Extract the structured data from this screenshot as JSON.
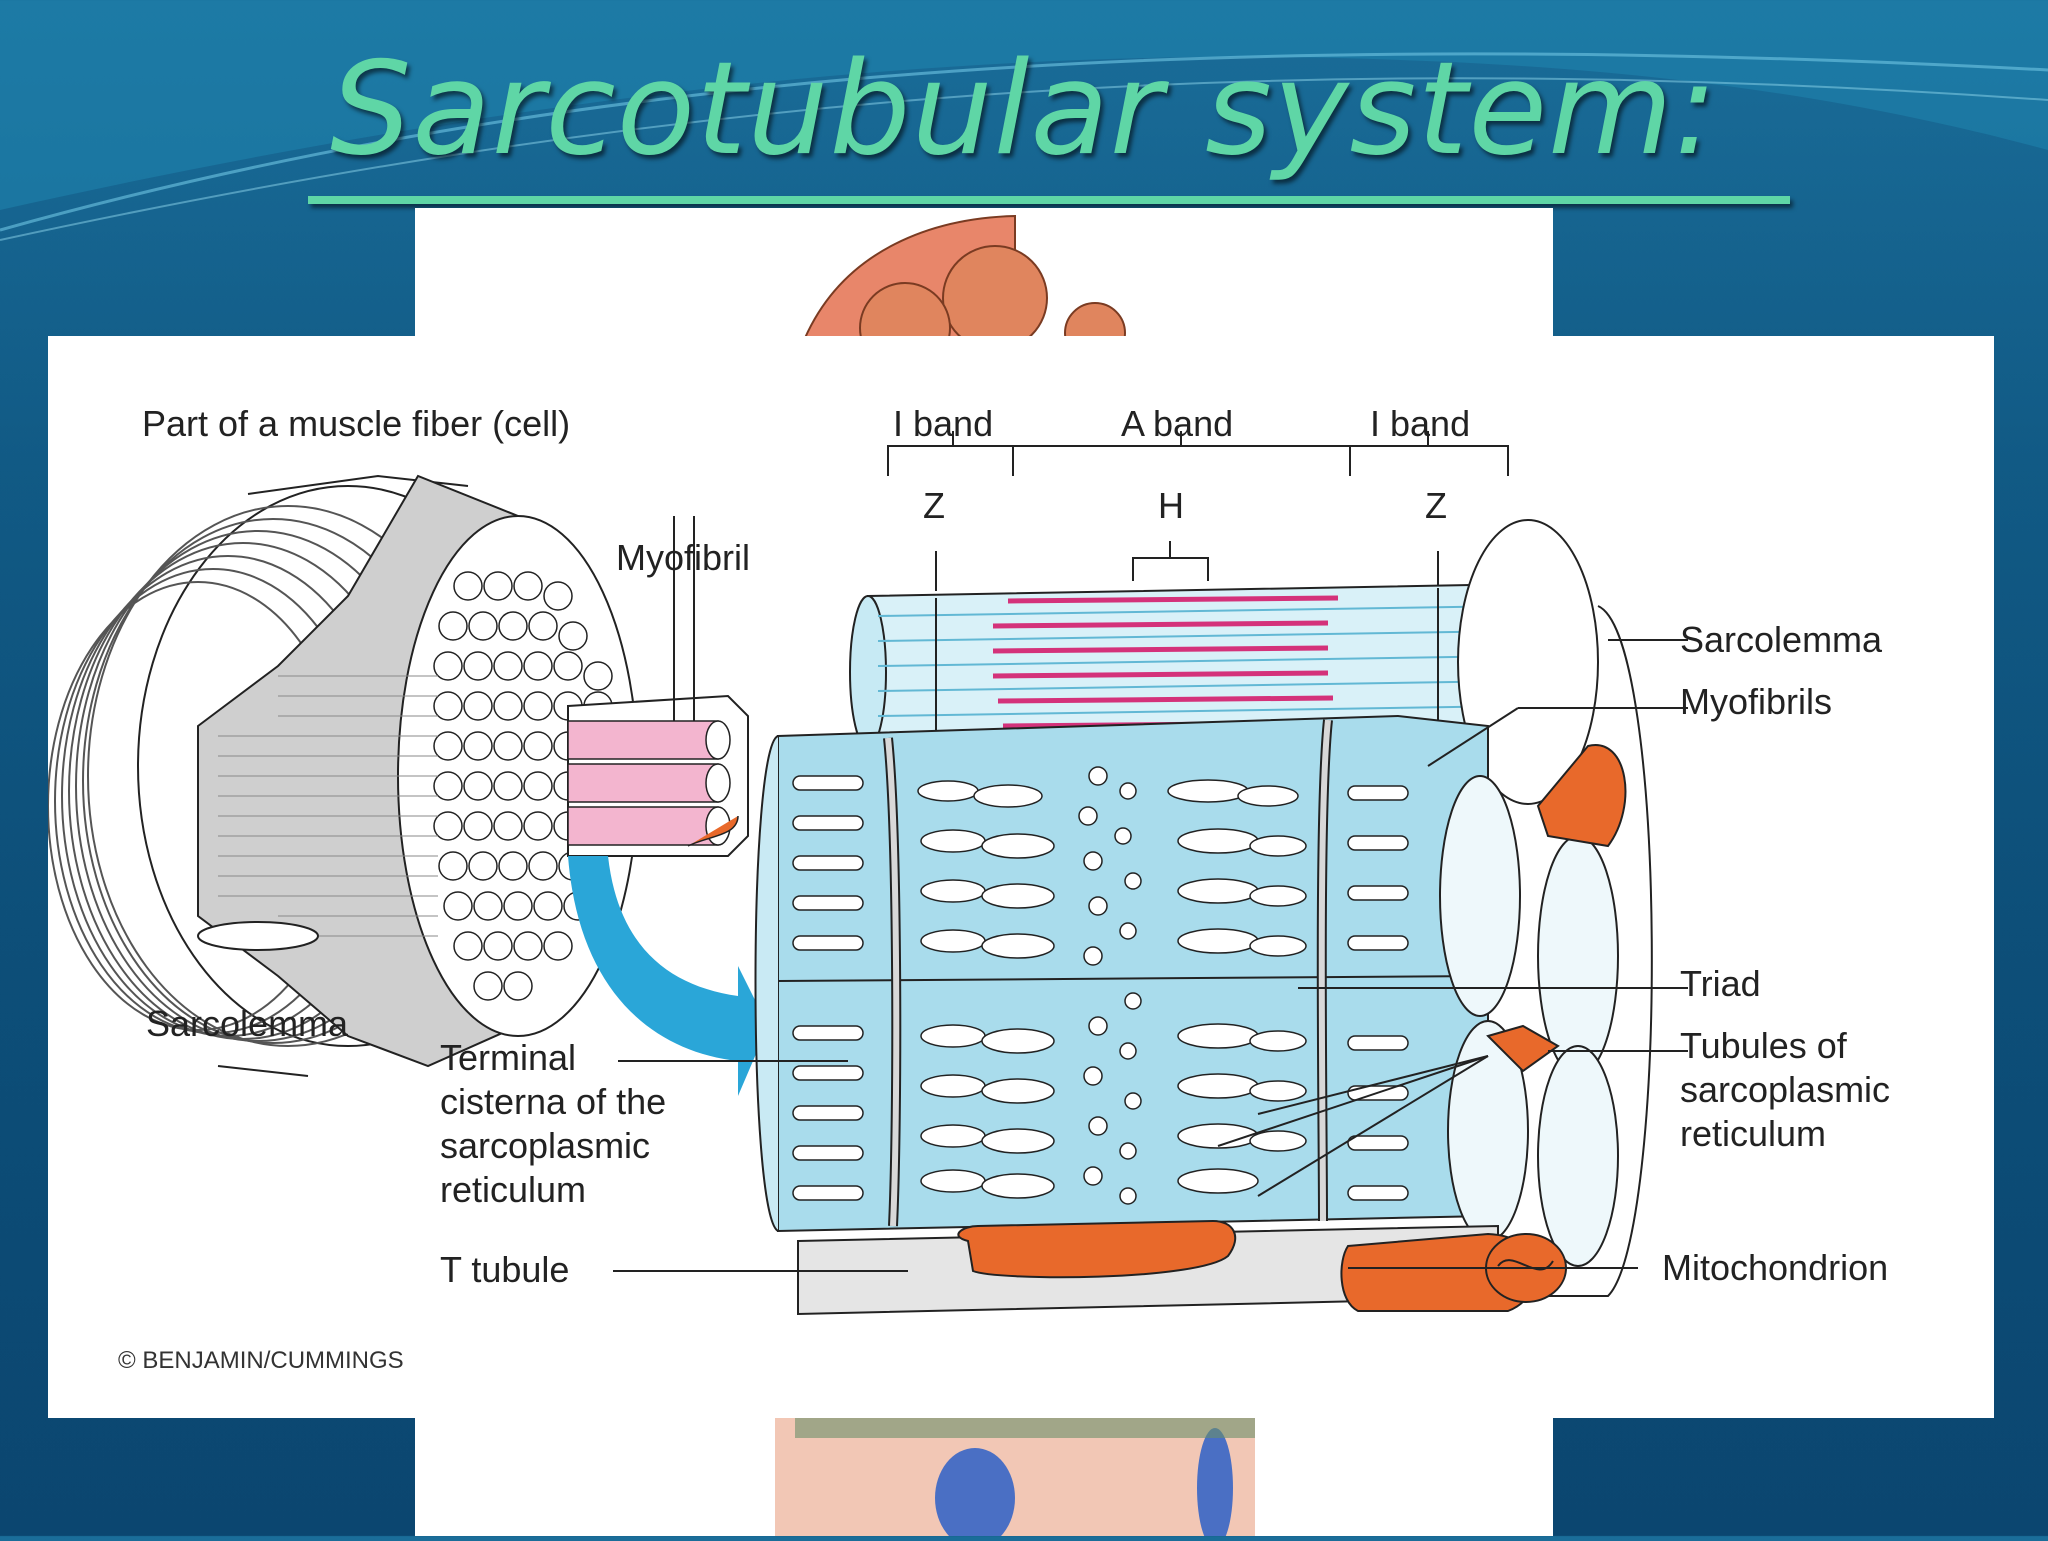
{
  "slide": {
    "title": "Sarcotubular system:"
  },
  "diagram": {
    "header_left": "Part of a muscle fiber (cell)",
    "bands": {
      "i_band_left": "I band",
      "a_band": "A band",
      "i_band_right": "I band",
      "z_left": "Z",
      "h_zone": "H",
      "z_right": "Z"
    },
    "labels": {
      "myofibril": "Myofibril",
      "sarcolemma_left": "Sarcolemma",
      "terminal_cisterna_1": "Terminal",
      "terminal_cisterna_2": "cisterna of the",
      "terminal_cisterna_3": "sarcoplasmic",
      "terminal_cisterna_4": "reticulum",
      "t_tubule": "T tubule",
      "sarcolemma_right": "Sarcolemma",
      "myofibrils": "Myofibrils",
      "triad": "Triad",
      "tubules_1": "Tubules of",
      "tubules_2": "sarcoplasmic",
      "tubules_3": "reticulum",
      "mitochondrion": "Mitochondrion"
    },
    "copyright": "© BENJAMIN/CUMMINGS",
    "colors": {
      "reticulum_blue": "#a9dcec",
      "mitochondrion_orange": "#e8692b",
      "actin_magenta": "#d4327a",
      "myofibril_pink": "#f3b5cf"
    }
  }
}
